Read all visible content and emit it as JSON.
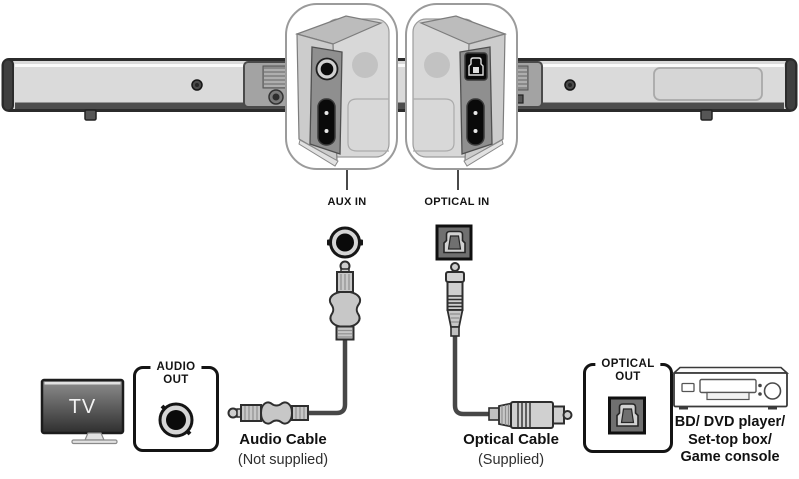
{
  "callout_labels": {
    "aux": "AUX IN",
    "optical": "OPTICAL IN"
  },
  "tv": {
    "label": "TV"
  },
  "audio_out_panel": {
    "title_line1": "AUDIO",
    "title_line2": "OUT"
  },
  "optical_out_panel": {
    "title_line1": "OPTICAL",
    "title_line2": "OUT"
  },
  "cables": {
    "audio": {
      "name": "Audio Cable",
      "availability": "(Not supplied)"
    },
    "optical": {
      "name": "Optical Cable",
      "availability": "(Supplied)"
    }
  },
  "source_device": {
    "label_lines": [
      "BD/ DVD player/",
      "Set-top box/",
      "Game console"
    ]
  },
  "icons": {
    "aux_jack_socket_icon": "black circle in metal ring with side notches",
    "optical_port_icon": "dark square with light TOSLINK arch outline",
    "audio_plug_icon": "3.5mm stereo mini plug",
    "optical_plug_icon": "cylindrical TOSLINK plug",
    "hdmi_port_icon": "black vertical HDMI slot with two pins",
    "screw_icon": "round screw head",
    "magnifier_callout_icon": "rounded zoom bubble"
  },
  "colors": {
    "soundbar_body": "#dadada",
    "soundbar_trim_dark": "#4d4d4d",
    "outline_dark": "#2b2b2b",
    "callout_border": "#9b9b9b",
    "panel_gray": "#8f8f8f",
    "cable_gray": "#474747",
    "port_black": "#0a0a0a",
    "connector_metal": "#c7c7c7",
    "tv_gradient_top": "#8e8e8e",
    "tv_gradient_bottom": "#2f2f2f"
  }
}
